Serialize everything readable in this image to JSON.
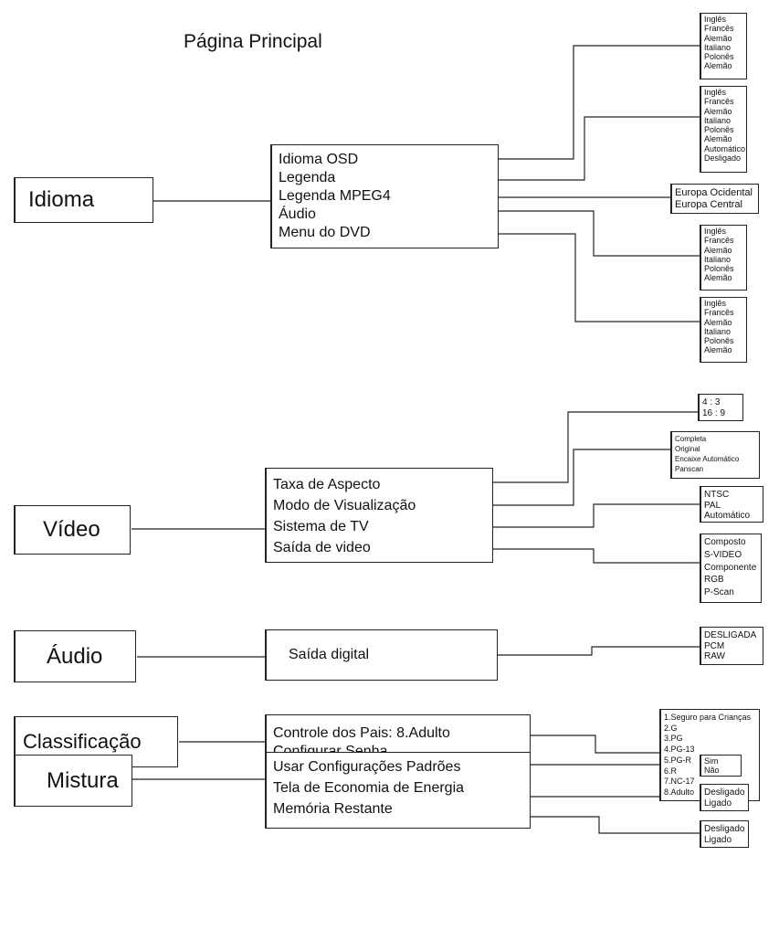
{
  "title": "Página Principal",
  "sections": {
    "idioma": {
      "label": "Idioma",
      "items": [
        "Idioma OSD",
        "Legenda",
        "Legenda MPEG4",
        "Áudio",
        "Menu do DVD"
      ],
      "options": {
        "idioma_osd": [
          "Inglês",
          "Francês",
          "Alemão",
          "Italiano",
          "Polonês",
          "Alemão"
        ],
        "legenda": [
          "Inglês",
          "Francês",
          "Alemão",
          "Italiano",
          "Polonês",
          "Alemão",
          "Automático",
          "Desligado"
        ],
        "legenda_mpeg4": [
          "Europa Ocidental",
          "Europa Central"
        ],
        "audio": [
          "Inglês",
          "Francês",
          "Alemão",
          "Italiano",
          "Polonês",
          "Alemão"
        ],
        "menu_dvd": [
          "Inglês",
          "Francês",
          "Alemão",
          "Italiano",
          "Polonês",
          "Alemão"
        ]
      }
    },
    "video": {
      "label": "Vídeo",
      "items": [
        "Taxa de Aspecto",
        "Modo de Visualização",
        "Sistema de TV",
        "Saída de video"
      ],
      "options": {
        "taxa": [
          "4 : 3",
          "16 : 9"
        ],
        "modo": [
          "Completa",
          "Original",
          "Encaixe Automático",
          "Panscan"
        ],
        "sistema": [
          "NTSC",
          "PAL",
          "Automático"
        ],
        "saida": [
          "Composto",
          "S-VIDEO",
          "Componente",
          "RGB",
          "P-Scan"
        ]
      }
    },
    "audio": {
      "label": "Áudio",
      "items": [
        "Saída digital"
      ],
      "options": {
        "saida_digital": [
          "DESLIGADA",
          "PCM",
          "RAW"
        ]
      }
    },
    "classificacao": {
      "label": "Classificação",
      "items": [
        "Controle dos Pais: 8.Adulto",
        "Configurar Senha"
      ],
      "options": {
        "controle": [
          "1.Seguro para Crianças",
          "2.G",
          "3.PG",
          "4.PG-13",
          "5.PG-R",
          "6.R",
          "7.NC-17",
          "8.Adulto"
        ]
      }
    },
    "mistura": {
      "label": "Mistura",
      "items": [
        "Usar Configurações Padrões",
        "Tela de Economia de Energia",
        "Memória Restante"
      ],
      "options": {
        "usar": [
          "Sim",
          "Não"
        ],
        "tela": [
          "Desligado",
          "Ligado"
        ],
        "memoria": [
          "Desligado",
          "Ligado"
        ]
      }
    }
  },
  "colors": {
    "line": "#222222",
    "background": "#ffffff"
  }
}
